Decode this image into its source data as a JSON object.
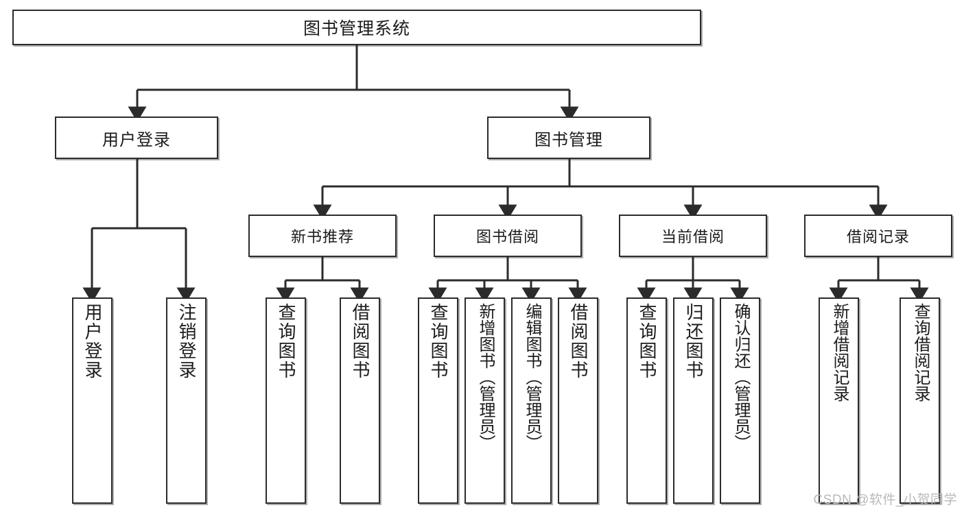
{
  "diagram": {
    "title": "图书管理系统",
    "type": "tree",
    "root": {
      "label": "图书管理系统"
    },
    "level1": [
      {
        "id": "user-login",
        "label": "用户登录"
      },
      {
        "id": "book-manage",
        "label": "图书管理"
      }
    ],
    "level2": [
      {
        "id": "new-book-recommend",
        "label": "新书推荐",
        "parent": "book-manage"
      },
      {
        "id": "book-borrow",
        "label": "图书借阅",
        "parent": "book-manage"
      },
      {
        "id": "current-borrow",
        "label": "当前借阅",
        "parent": "book-manage"
      },
      {
        "id": "borrow-record",
        "label": "借阅记录",
        "parent": "book-manage"
      }
    ],
    "leaves": [
      {
        "id": "leaf-user-login",
        "label": "用户登录",
        "parent": "user-login"
      },
      {
        "id": "leaf-logout",
        "label": "注销登录",
        "parent": "user-login"
      },
      {
        "id": "leaf-query-book-1",
        "label": "查询图书",
        "parent": "new-book-recommend"
      },
      {
        "id": "leaf-borrow-book-1",
        "label": "借阅图书",
        "parent": "new-book-recommend"
      },
      {
        "id": "leaf-query-book-2",
        "label": "查询图书",
        "parent": "book-borrow"
      },
      {
        "id": "leaf-add-book",
        "label": "新增图书（管理员）",
        "parent": "book-borrow"
      },
      {
        "id": "leaf-edit-book",
        "label": "编辑图书（管理员）",
        "parent": "book-borrow"
      },
      {
        "id": "leaf-borrow-book-2",
        "label": "借阅图书",
        "parent": "book-borrow"
      },
      {
        "id": "leaf-query-book-3",
        "label": "查询图书",
        "parent": "current-borrow"
      },
      {
        "id": "leaf-return-book",
        "label": "归还图书",
        "parent": "current-borrow"
      },
      {
        "id": "leaf-confirm-return",
        "label": "确认归还（管理员）",
        "parent": "current-borrow"
      },
      {
        "id": "leaf-add-record",
        "label": "新增借阅记录",
        "parent": "borrow-record"
      },
      {
        "id": "leaf-query-record",
        "label": "查询借阅记录",
        "parent": "borrow-record"
      }
    ],
    "colors": {
      "box_border": "#2b2b2b",
      "box_fill": "#ffffff",
      "connector": "#2b2b2b",
      "text": "#1b1b1b",
      "watermark": "#b9b9b9"
    }
  },
  "watermark": {
    "text": "CSDN @软件_小贺同学"
  }
}
